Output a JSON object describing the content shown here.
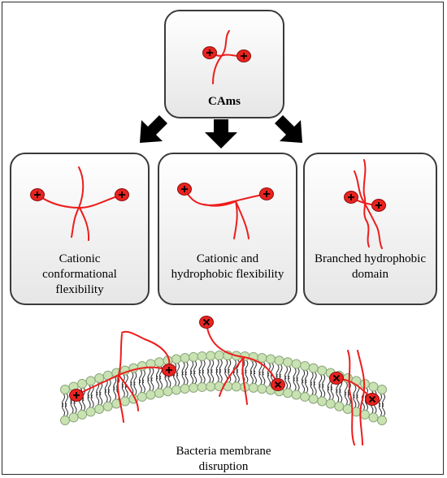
{
  "top_box": {
    "label": "CAms"
  },
  "boxes": [
    {
      "label_lines": [
        "Cationic",
        "conformational",
        "flexibility"
      ]
    },
    {
      "label_lines": [
        "Cationic and",
        "hydrophobic flexibility"
      ]
    },
    {
      "label_lines": [
        "Branched hydrophobic",
        "domain"
      ]
    }
  ],
  "membrane": {
    "caption_lines": [
      "Bacteria membrane",
      "disruption"
    ]
  },
  "colors": {
    "chain": "#ee1c1c",
    "charge_fill": "#e8231f",
    "lipid_head": "#c9e2b2",
    "lipid_head_stroke": "#8aa57a",
    "arrow": "#000000",
    "box_fill": "#f2f2f2",
    "box_stroke": "#3a3a3a"
  },
  "icons": {
    "charge": "plus-sign-in-red-oval",
    "membrane_charge": "cross-sign-in-red-oval"
  }
}
